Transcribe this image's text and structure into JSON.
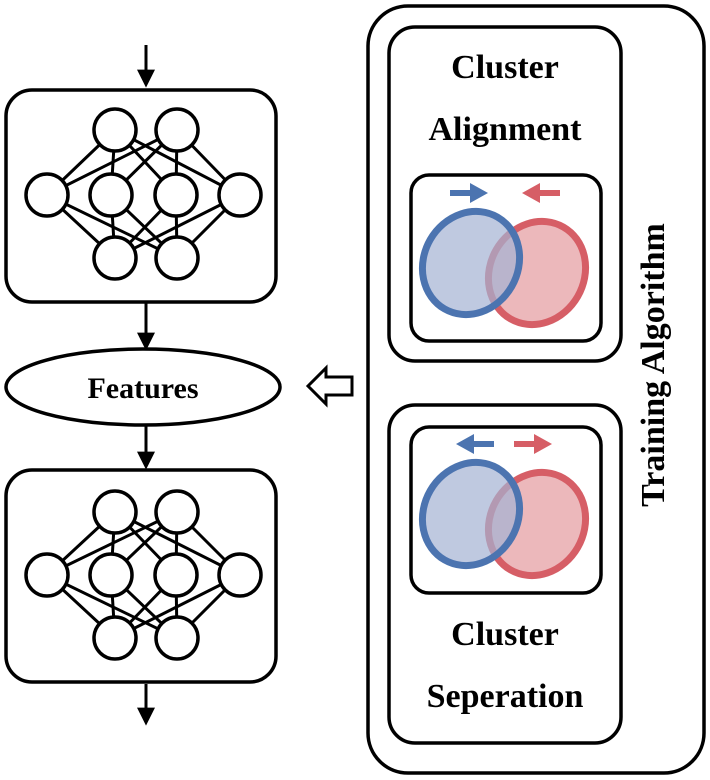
{
  "labels": {
    "features": "Features",
    "cluster_alignment_line1": "Cluster",
    "cluster_alignment_line2": "Alignment",
    "cluster_separation_line1": "Cluster",
    "cluster_separation_line2": "Seperation",
    "training_algorithm": "Training Algorithm"
  },
  "colors": {
    "stroke": "#000000",
    "blue_fill": "#a4b2d3",
    "blue_stroke": "#4c74b0",
    "red_fill": "#eab0b4",
    "red_stroke": "#d65e66"
  },
  "icons": {
    "network_top": "neural-network-icon",
    "network_bottom": "neural-network-icon",
    "alignment": "converging-clusters-icon",
    "separation": "diverging-clusters-icon",
    "input_arrow": "hollow-arrow-left-icon"
  }
}
